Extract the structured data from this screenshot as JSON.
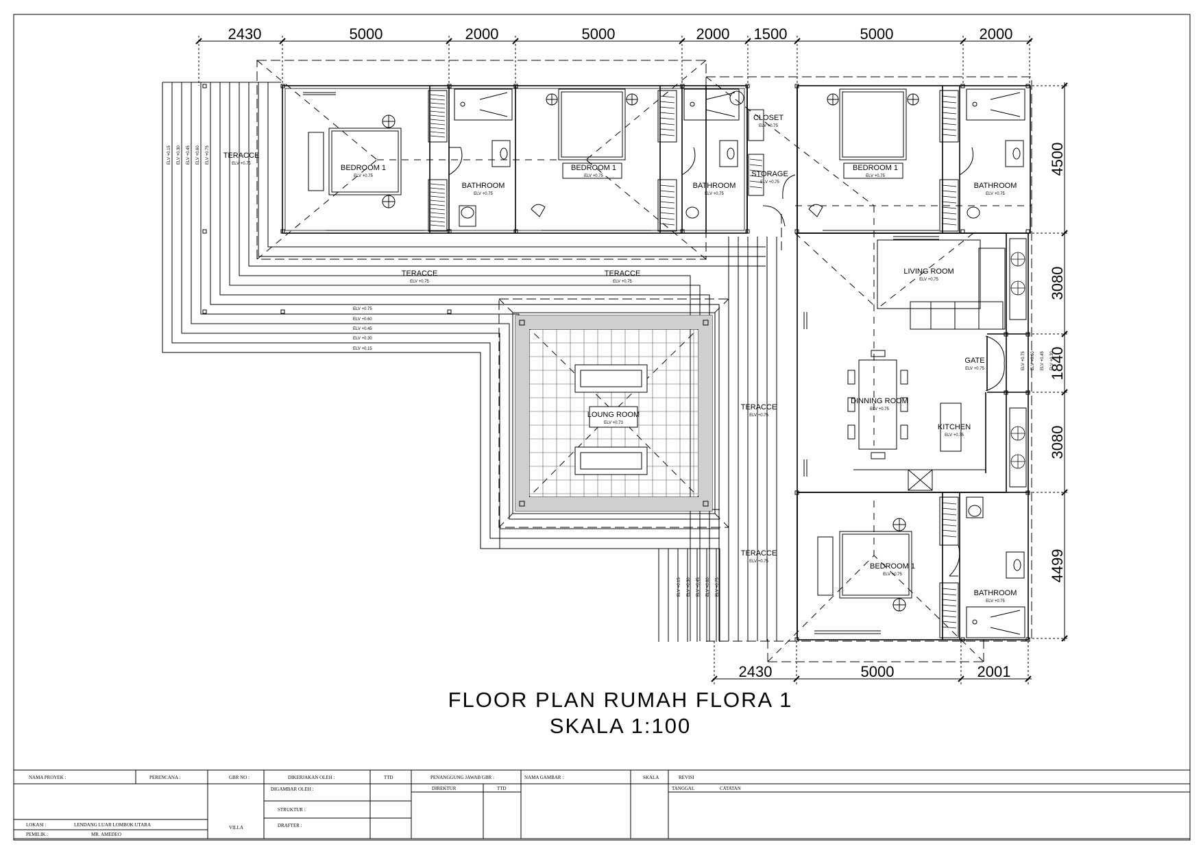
{
  "drawing_title": "FLOOR PLAN RUMAH FLORA 1",
  "drawing_scale": "SKALA 1:100",
  "dimensions": {
    "top": [
      "2430",
      "5000",
      "2000",
      "5000",
      "2000",
      "1500",
      "5000",
      "2000"
    ],
    "right": [
      "4500",
      "3080",
      "1840",
      "3080",
      "4499"
    ],
    "bottom": [
      "2430",
      "5000",
      "2001"
    ]
  },
  "rooms": {
    "bedroom_a": "BEDROOM 1",
    "bedroom_b": "BEDROOM 1",
    "bedroom_c": "BEDROOM 1",
    "bedroom_d": "BEDROOM 1",
    "bathroom_a": "BATHROOM",
    "bathroom_b": "BATHROOM",
    "bathroom_c": "BATHROOM",
    "bathroom_d": "BATHROOM",
    "closet": "CLOSET",
    "storage": "STORAGE",
    "living": "LIVING ROOM",
    "gate": "GATE",
    "dining": "DINNING ROOM",
    "kitchen": "KITCHEN",
    "lounge": "LOUNG ROOM",
    "terrace_west": "TERACCE",
    "terrace_a": "TERACCE",
    "terrace_b": "TERACCE",
    "terrace_c": "TERACCE",
    "terrace_d": "TERACCE"
  },
  "elevations": {
    "floor": "ELV +0.75",
    "lounge": "ELV +0.73",
    "steps": [
      "ELV +0.75",
      "ELV +0.60",
      "ELV +0.45",
      "ELV +0.30",
      "ELV +0.15"
    ],
    "west_steps": [
      "ELV +0.15",
      "ELV +0.30",
      "ELV +0.45",
      "ELV +0.60",
      "ELV +0.75"
    ],
    "east_steps": [
      "ELV +0.75",
      "ELV +0.60",
      "ELV +0.45",
      "ELV +0.30"
    ]
  },
  "title_block": {
    "nama_proyek": "NAMA PROYEK :",
    "perencana": "PERENCANA :",
    "gbr_no": "GBR NO :",
    "villa": "VILLA",
    "dikerjakan_oleh": "DIKERJAKAN OLEH :",
    "digambar_oleh": "DIGAMBAR OLEH :",
    "struktur": "STRUKTUR :",
    "drafter": "DRAFTER :",
    "ttd": "TTD",
    "penanggung_jawab": "PENANGGUNG JAWAB GBR :",
    "direktur": "DIREKTUR",
    "ttd2": "TTD",
    "nama_gambar": "NAMA GAMBAR :",
    "skala": "SKALA",
    "revisi": "REVISI",
    "tanggal": "TANGGAL",
    "catatan": "CATATAN",
    "lokasi_label": "LOKASI     :",
    "lokasi_value": "LENDANG LUAR LOMBOK UTARA",
    "pemilik_label": "PEMILIK :",
    "pemilik_value": "MR. AMEDEO"
  }
}
